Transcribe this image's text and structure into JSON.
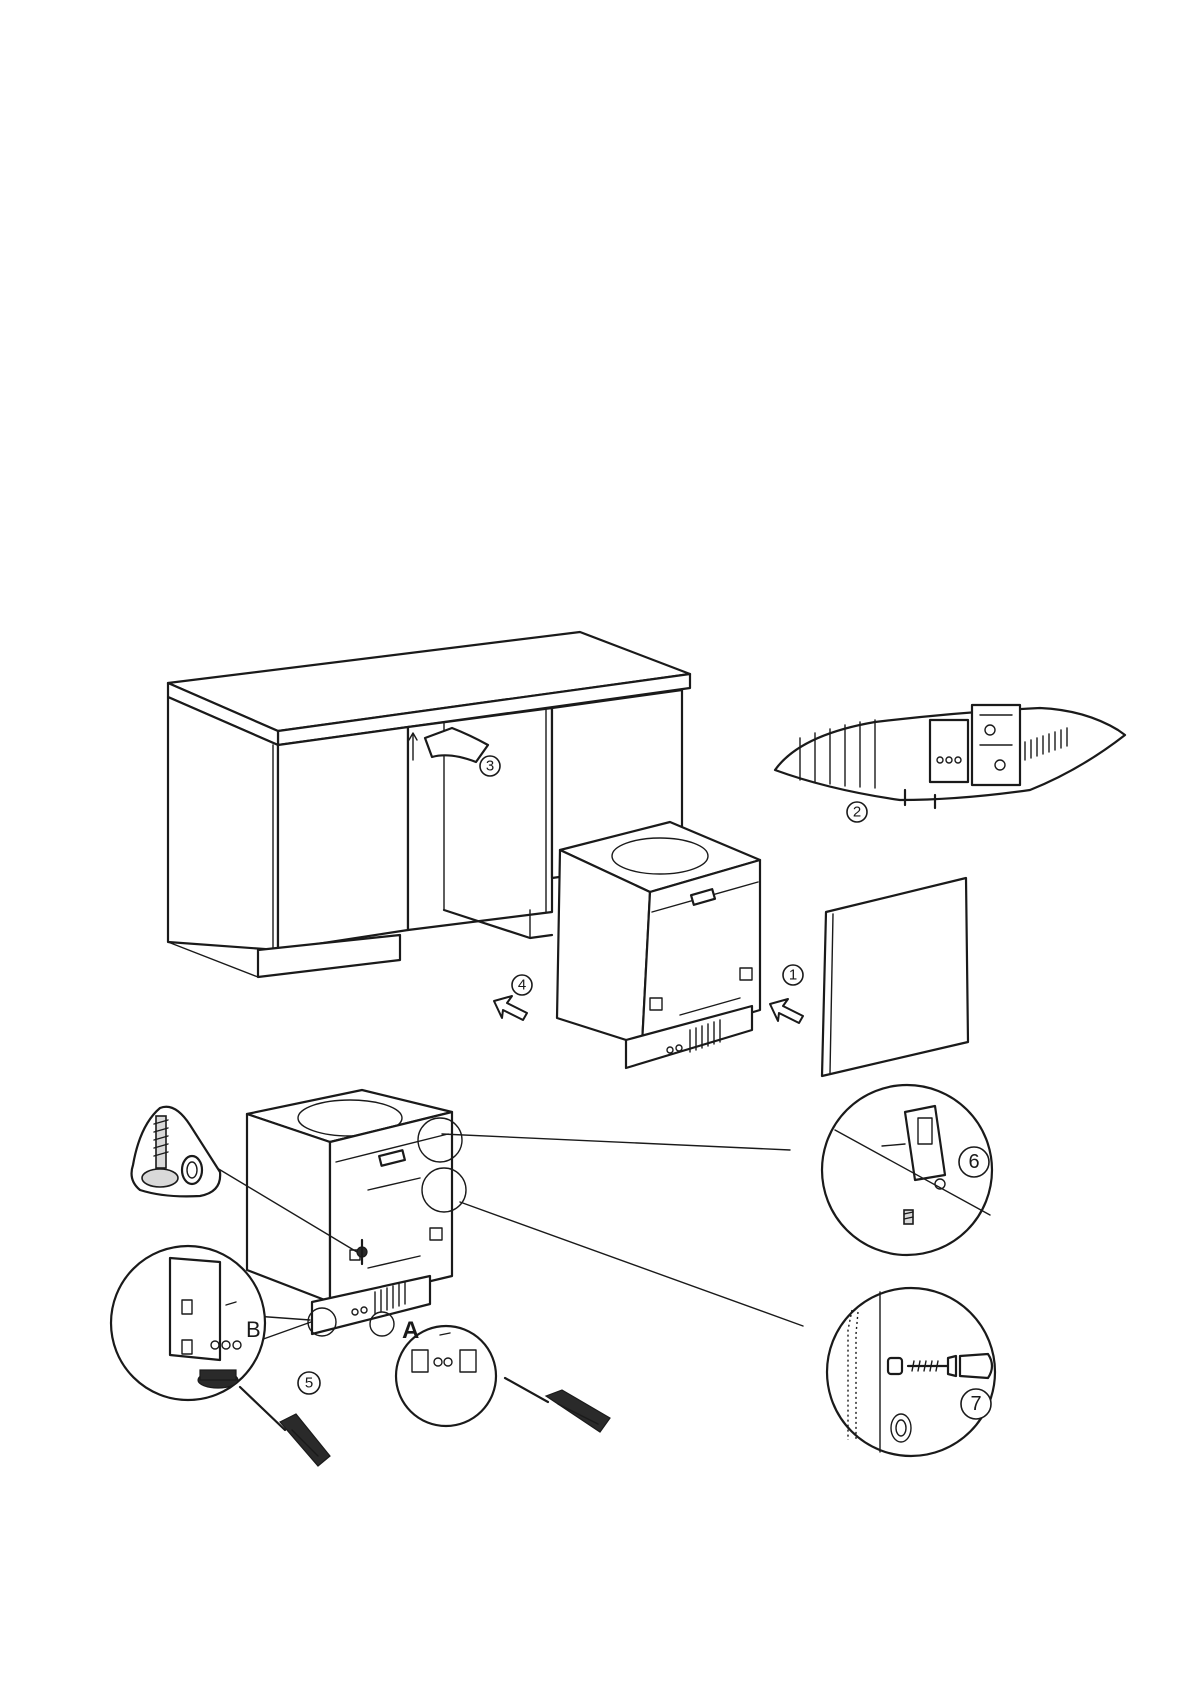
{
  "callouts": {
    "step_1": "1",
    "step_2": "2",
    "step_3": "3",
    "step_4": "4",
    "step_5": "5",
    "step_6": "6",
    "step_7": "7",
    "label_a": "A",
    "label_b": "B"
  },
  "colors": {
    "line": "#1a1a1a",
    "background": "#ffffff"
  }
}
